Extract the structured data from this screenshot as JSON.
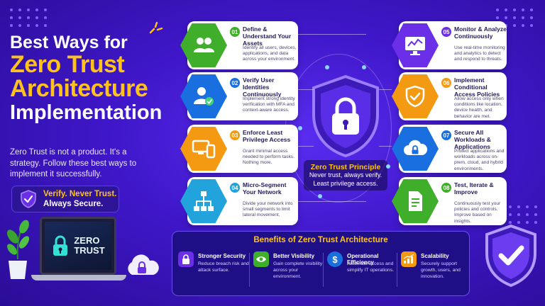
{
  "headline": {
    "line1": "Best Ways for",
    "line2": "Zero Trust",
    "line3": "Architecture",
    "line4": "Implementation"
  },
  "intro": "Zero Trust is not a product. It's a strategy. Follow these best ways to implement it successfully.",
  "verify_badge": {
    "line1": "Verify. Never Trust.",
    "line2": "Always Secure."
  },
  "laptop_screen": {
    "line1": "ZERO",
    "line2": "TRUST"
  },
  "principle": {
    "heading": "Zero Trust Principle",
    "line1": "Never trust, always verify.",
    "line2": "Least privilege access."
  },
  "steps": [
    {
      "num": "01",
      "title": "Define & Understand Your Assets",
      "desc": "Identify all users, devices, applications, and data across your environment.",
      "color": "#3fae2a",
      "icon": "users-icon"
    },
    {
      "num": "02",
      "title": "Verify User Identities Continuously",
      "desc": "Implement strong identity verification with MFA and context-aware access.",
      "color": "#1a6fe0",
      "icon": "user-verify-icon"
    },
    {
      "num": "03",
      "title": "Enforce Least Privilege Access",
      "desc": "Grant minimal access needed to perform tasks. Nothing more.",
      "color": "#f39a12",
      "icon": "devices-icon"
    },
    {
      "num": "04",
      "title": "Micro-Segment Your Network",
      "desc": "Divide your network into small segments to limit lateral movement.",
      "color": "#22a3dc",
      "icon": "network-icon"
    },
    {
      "num": "05",
      "title": "Monitor & Analyze Continuously",
      "desc": "Use real-time monitoring and analytics to detect and respond to threats.",
      "color": "#6b2fe8",
      "icon": "monitor-icon"
    },
    {
      "num": "06",
      "title": "Implement Conditional Access Policies",
      "desc": "Allow access only when conditions like location, device health, and behavior are met.",
      "color": "#f39a12",
      "icon": "shield-check-icon"
    },
    {
      "num": "07",
      "title": "Secure All Workloads & Applications",
      "desc": "Protect applications and workloads across on-prem, cloud, and hybrid environments.",
      "color": "#1a6fe0",
      "icon": "cloud-lock-icon"
    },
    {
      "num": "08",
      "title": "Test, Iterate & Improve",
      "desc": "Continuously test your policies and controls. Improve based on insights.",
      "color": "#3fae2a",
      "icon": "document-icon"
    }
  ],
  "benefits": {
    "heading": "Benefits of Zero Trust Architecture",
    "items": [
      {
        "title": "Stronger Security",
        "desc": "Reduce breach risk and attack surface.",
        "color": "#6b2fe8",
        "icon": "lock-icon"
      },
      {
        "title": "Better Visibility",
        "desc": "Gain complete visibility across your environment.",
        "color": "#3fae2a",
        "icon": "eye-icon"
      },
      {
        "title": "Operational Efficiency",
        "desc": "Automate access and simplify IT operations.",
        "color": "#1a6fe0",
        "icon": "dollar-icon"
      },
      {
        "title": "Scalability",
        "desc": "Securely support growth, users, and innovation.",
        "color": "#f39a12",
        "icon": "growth-chart-icon"
      }
    ]
  }
}
